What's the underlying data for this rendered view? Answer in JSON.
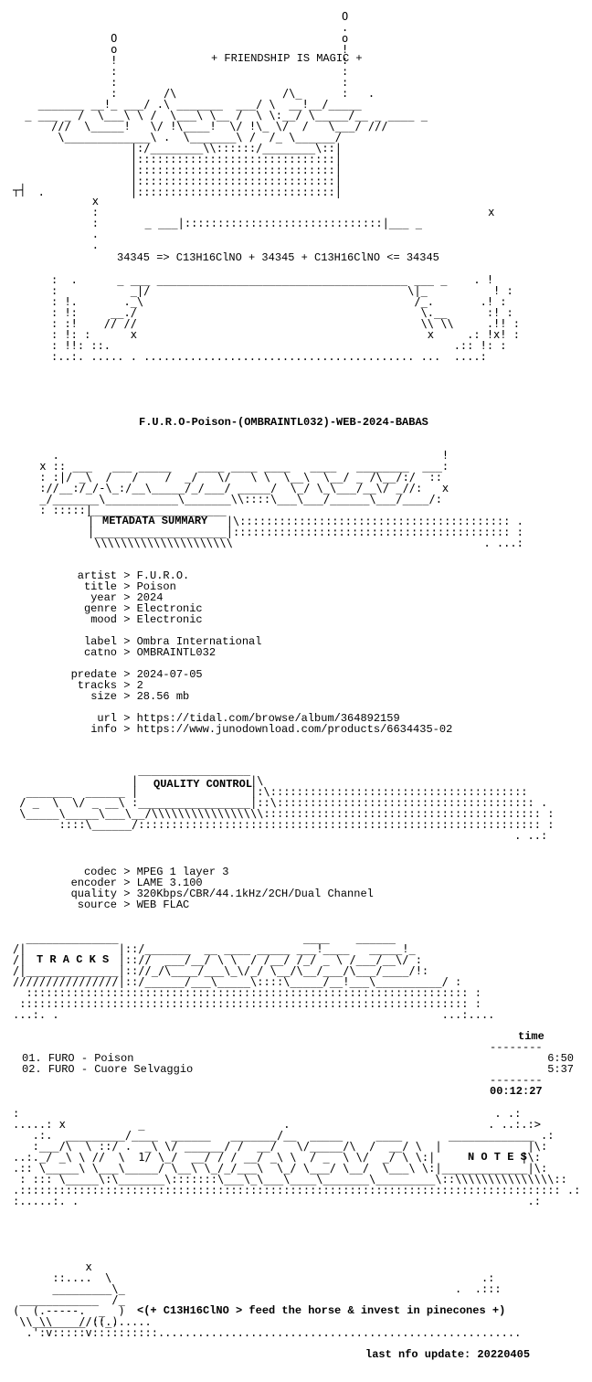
{
  "header": {
    "banner": "+ FRIENDSHIP IS MAGIC +",
    "formula": "34345 => C13H16ClNO + 34345 + C13H16ClNO <= 34345",
    "release_name": "F.U.R.O-Poison-(OMBRAINTL032)-WEB-2024-BABAS"
  },
  "metadata": {
    "section_title": "METADATA SUMMARY",
    "rows": [
      {
        "key": "artist",
        "value": "F.U.R.O."
      },
      {
        "key": "title",
        "value": "Poison"
      },
      {
        "key": "year",
        "value": "2024"
      },
      {
        "key": "genre",
        "value": "Electronic"
      },
      {
        "key": "mood",
        "value": "Electronic"
      },
      {
        "key": "label",
        "value": "Ombra International"
      },
      {
        "key": "catno",
        "value": "OMBRAINTL032"
      },
      {
        "key": "predate",
        "value": "2024-07-05"
      },
      {
        "key": "tracks",
        "value": "2"
      },
      {
        "key": "size",
        "value": "28.56 mb"
      },
      {
        "key": "url",
        "value": "https://tidal.com/browse/album/364892159"
      },
      {
        "key": "info",
        "value": "https://www.junodownload.com/products/6634435-02"
      }
    ]
  },
  "quality": {
    "section_title": "QUALITY CONTROL",
    "rows": [
      {
        "key": "codec",
        "value": "MPEG 1 layer 3"
      },
      {
        "key": "encoder",
        "value": "LAME 3.100"
      },
      {
        "key": "quality",
        "value": "320Kbps/CBR/44.1kHz/2CH/Dual Channel"
      },
      {
        "key": "source",
        "value": "WEB FLAC"
      }
    ]
  },
  "tracks": {
    "section_title": "T R A C K S",
    "time_header": "time",
    "items": [
      {
        "num": "01.",
        "name": "FURO - Poison",
        "time": "6:50"
      },
      {
        "num": "02.",
        "name": "FURO - Cuore Selvaggio",
        "time": "5:37"
      }
    ],
    "total": "00:12:27"
  },
  "notes": {
    "section_title": "N O T E S",
    "message": "<(+ C13H16ClNO > feed the horse & invest in pinecones +)",
    "last_update": "last nfo update: 20220405"
  }
}
